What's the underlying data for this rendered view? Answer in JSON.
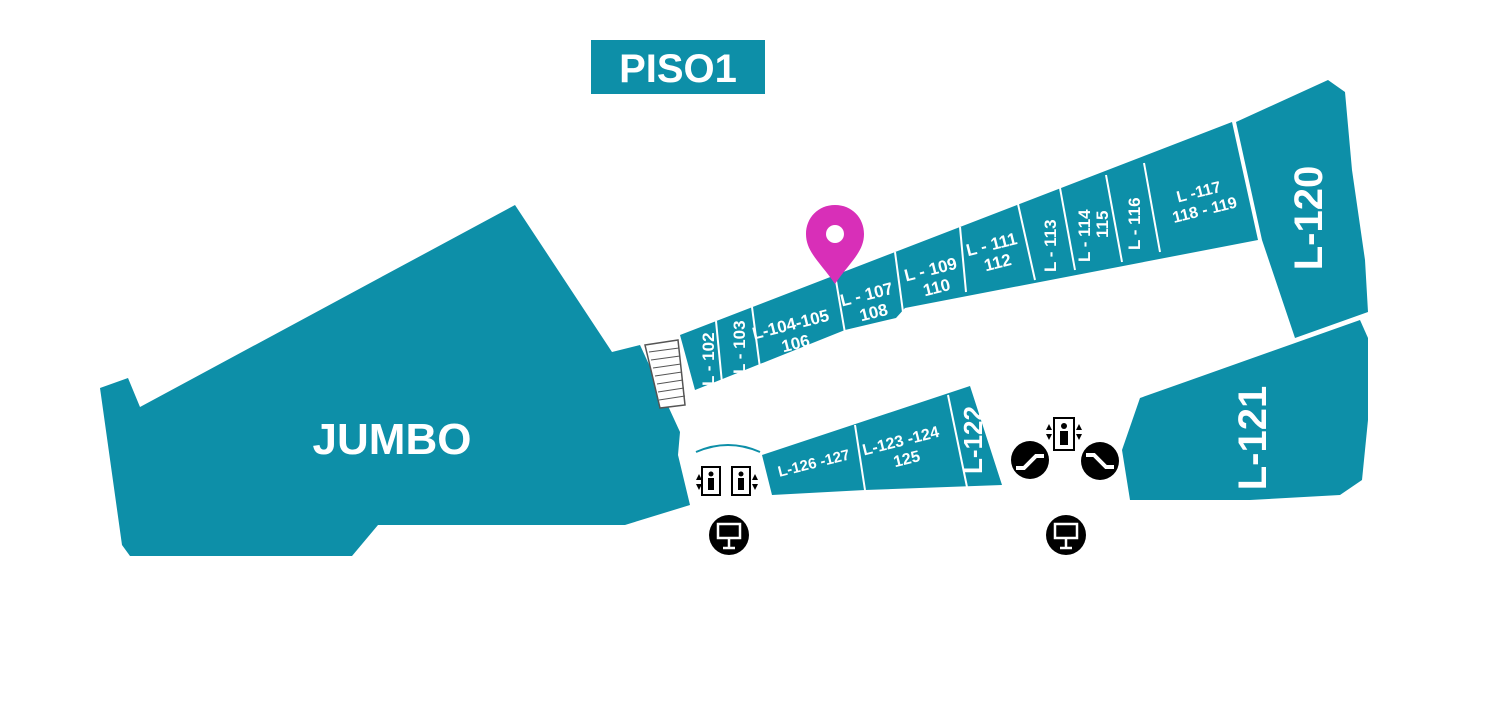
{
  "floor_title": "PISO1",
  "colors": {
    "store": "#0d8fa8",
    "pin": "#d82fb8",
    "background": "#ffffff",
    "label": "#ffffff",
    "icon": "#000000"
  },
  "anchor_store": "JUMBO",
  "stores": {
    "l102": "L - 102",
    "l103": "L - 103",
    "l104a": "L-104-105",
    "l104b": "106",
    "l107a": "L - 107",
    "l107b": "108",
    "l109a": "L - 109",
    "l109b": "110",
    "l111a": "L - 111",
    "l111b": "112",
    "l113": "L - 113",
    "l114a": "L - 114",
    "l114b": "115",
    "l116": "L - 116",
    "l117a": "L -117",
    "l117b": "118 - 119",
    "l120": "L-120",
    "l121": "L-121",
    "l122": "L-122",
    "l123a": "L-123 -124",
    "l123b": "125",
    "l126": "L-126 -127"
  },
  "icons": {
    "location_pin": "location-pin-icon",
    "stairs": "stairs-icon",
    "elevator": "elevator-icon",
    "escalator": "escalator-icon",
    "directory": "directory-kiosk-icon"
  }
}
